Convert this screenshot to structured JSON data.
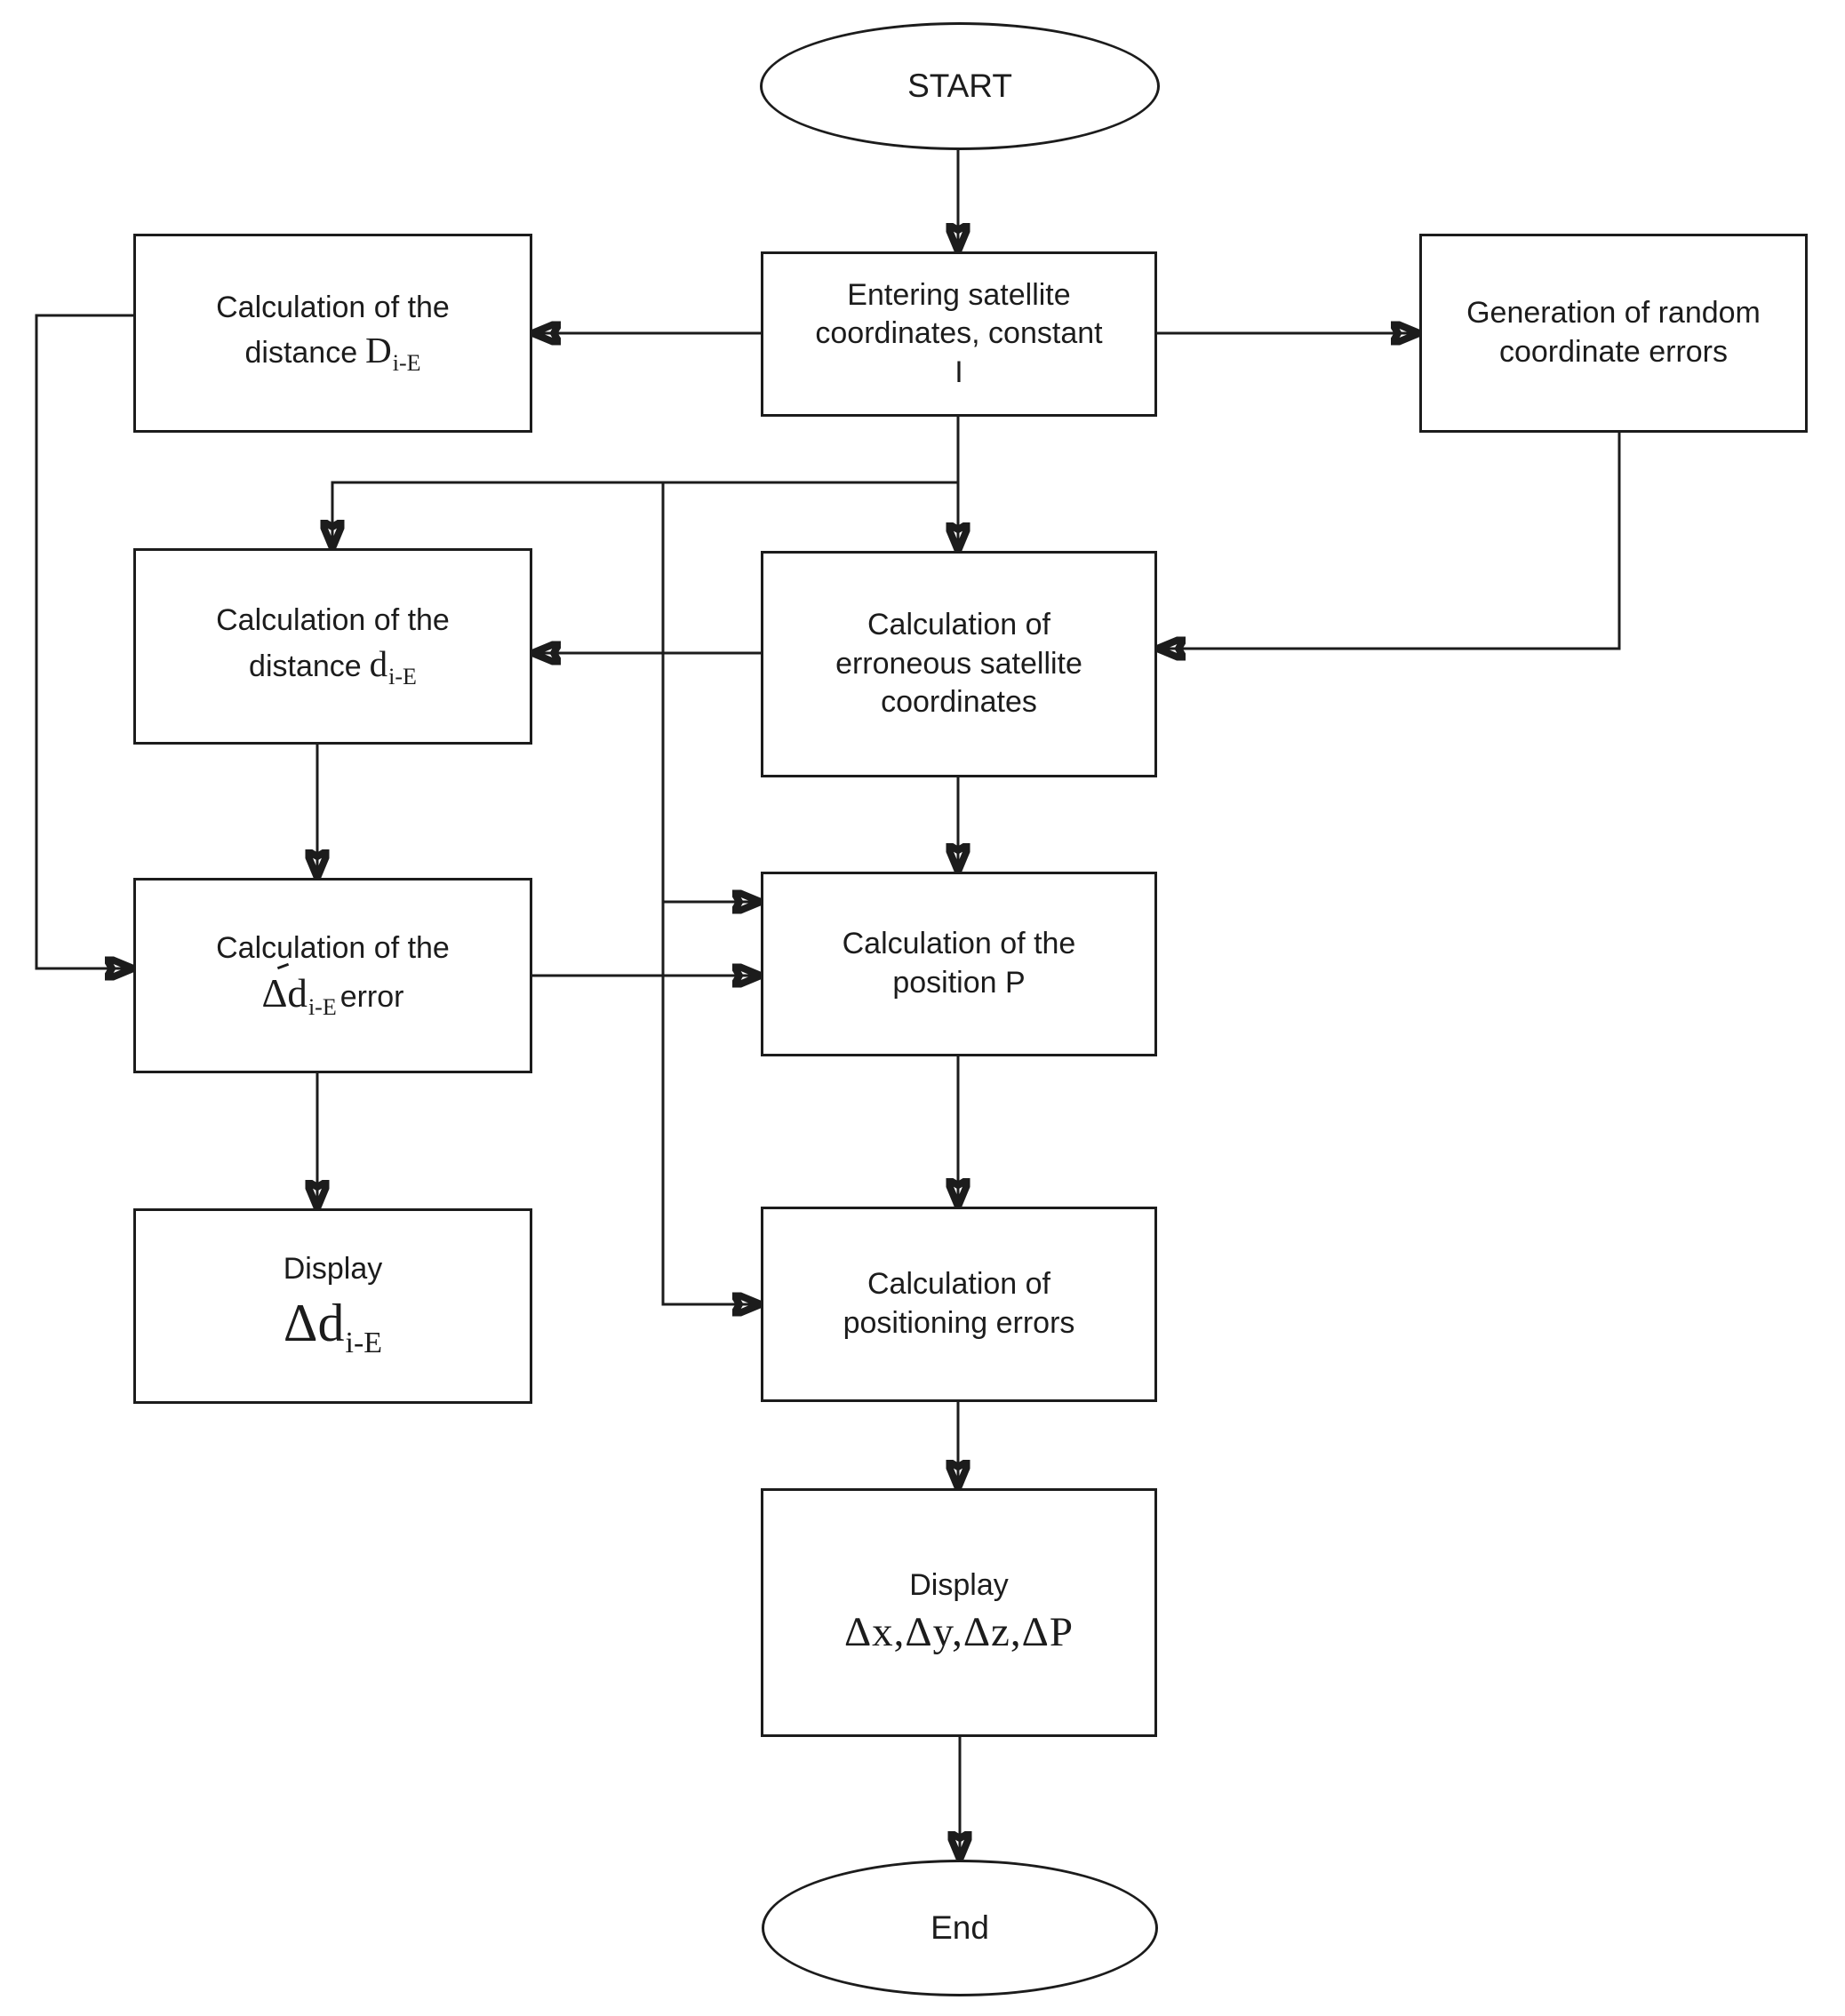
{
  "colors": {
    "stroke": "#1c1c1c",
    "background": "#ffffff"
  },
  "nodes": {
    "start": {
      "label": "START"
    },
    "entering": {
      "line1": "Entering satellite",
      "line2": "coordinates, constant",
      "line3": "I"
    },
    "calc_distance_D": {
      "line1": "Calculation of the",
      "line2_text": "distance",
      "symbol": "D",
      "subscript": "i-E"
    },
    "generation": {
      "line1": "Generation of random",
      "line2": "coordinate errors"
    },
    "calc_erroneous": {
      "line1": "Calculation of",
      "line2": "erroneous satellite",
      "line3": "coordinates"
    },
    "calc_distance_d": {
      "line1": "Calculation of the",
      "line2_text": "distance",
      "symbol": "d",
      "subscript": "i-E"
    },
    "calc_delta_error": {
      "line1": "Calculation of the",
      "symbol": "Δd",
      "subscript": "i-E",
      "suffix": "error"
    },
    "calc_position": {
      "line1": "Calculation of the",
      "line2": "position P"
    },
    "display_d": {
      "line1": "Display",
      "symbol": "Δd",
      "subscript": "i-E"
    },
    "calc_positioning": {
      "line1": "Calculation of",
      "line2": "positioning errors"
    },
    "display_xyz": {
      "line1": "Display",
      "line2": "Δx,Δy,Δz,ΔP"
    },
    "end": {
      "label": "End"
    }
  }
}
